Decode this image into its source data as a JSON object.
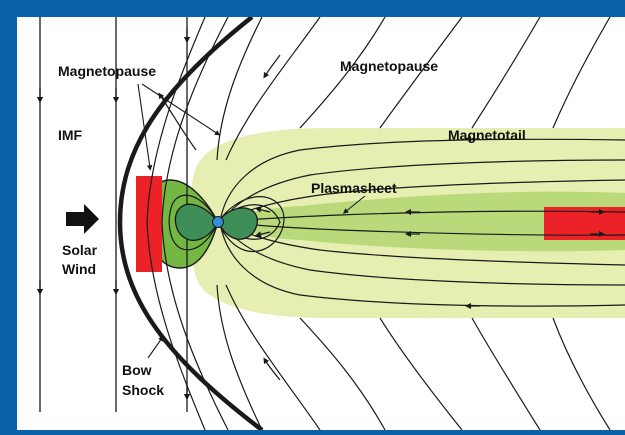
{
  "labels": {
    "magnetopause_left": "Magnetopause",
    "magnetopause_top": "Magnetopause",
    "imf": "IMF",
    "magnetotail": "Magnetotail",
    "plasmasheet": "Plasmasheet",
    "solar_line1": "Solar",
    "solar_line2": "Wind",
    "bow_line1": "Bow",
    "bow_line2": "Shock"
  },
  "colors": {
    "frame": "#0a63a8",
    "background": "#ffffff",
    "magnetotail_fill": "#e6eeb2",
    "plasmasheet_fill": "#b9d97a",
    "inner_lobe_fill": "#74b843",
    "core_fill": "#3e8f57",
    "earth": "#2f8fd8",
    "reconnection": "#ec2228",
    "lines": "#1a1a1a"
  }
}
